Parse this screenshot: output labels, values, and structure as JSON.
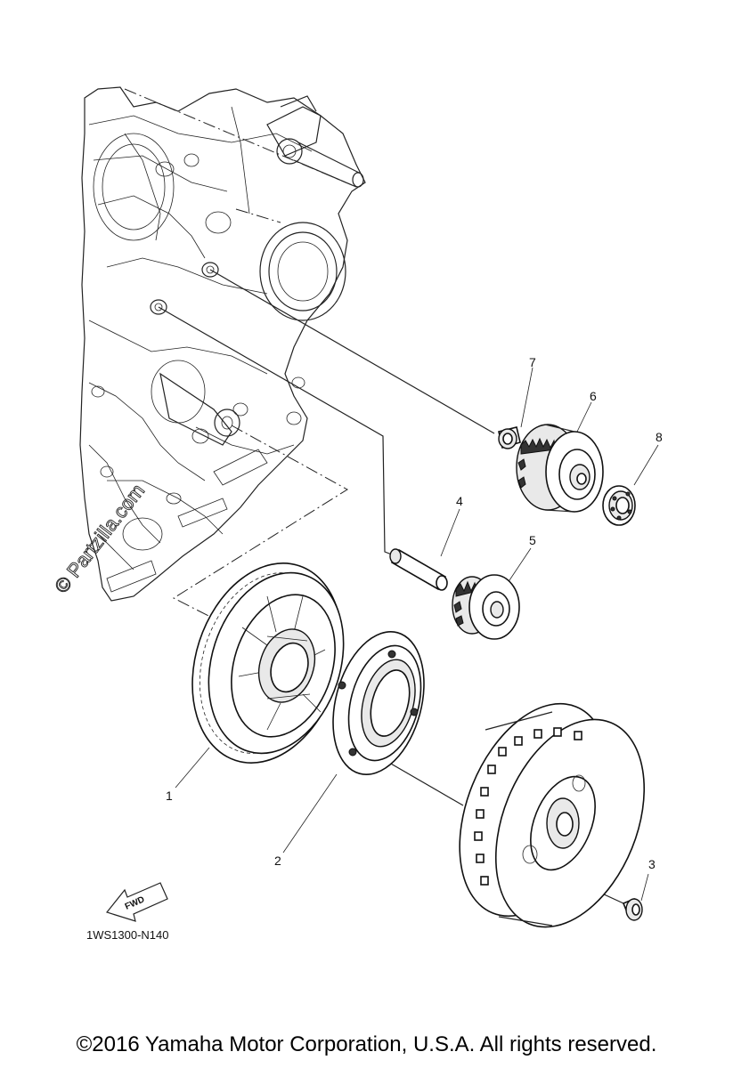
{
  "diagram": {
    "watermark": "© Partzilla.com",
    "drawing_code": "1WS1300-N140",
    "fwd_label": "FWD",
    "copyright": "©2016 Yamaha Motor Corporation, U.S.A. All rights reserved.",
    "callouts": [
      "1",
      "2",
      "3",
      "4",
      "5",
      "6",
      "7",
      "8"
    ]
  }
}
